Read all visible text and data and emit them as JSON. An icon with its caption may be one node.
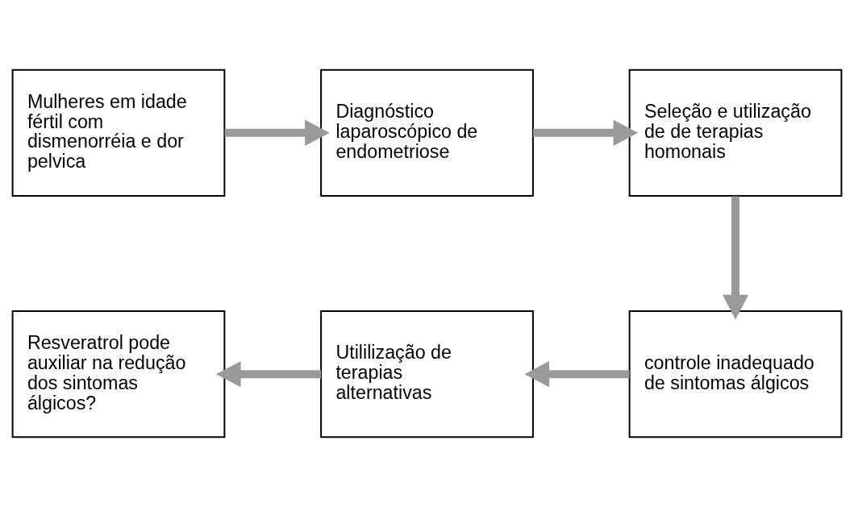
{
  "diagram": {
    "nodes": [
      {
        "text": [
          "Mulheres em idade fértil com dismenorréia e dor pelvica"
        ]
      },
      {
        "text": [
          "Diagnóstico laparoscópico de endometriose"
        ]
      },
      {
        "text": [
          "Seleção e utilização de de terapias homonais"
        ]
      },
      {
        "text": [
          "controle inadequado de sintomas álgicos"
        ]
      },
      {
        "text": [
          "Utililização de terapias alternativas"
        ]
      },
      {
        "text": [
          "Resveratrol pode auxiliar na redução dos sintomas álgicos?"
        ]
      }
    ],
    "edges": [
      {
        "from": 0,
        "to": 1,
        "arrow": "to"
      },
      {
        "from": 1,
        "to": 2,
        "arrow": "to"
      },
      {
        "from": 2,
        "to": 3,
        "arrow": "to"
      },
      {
        "from": 3,
        "to": 4,
        "arrow": "to"
      },
      {
        "from": 4,
        "to": 5,
        "arrow": "to"
      }
    ]
  }
}
